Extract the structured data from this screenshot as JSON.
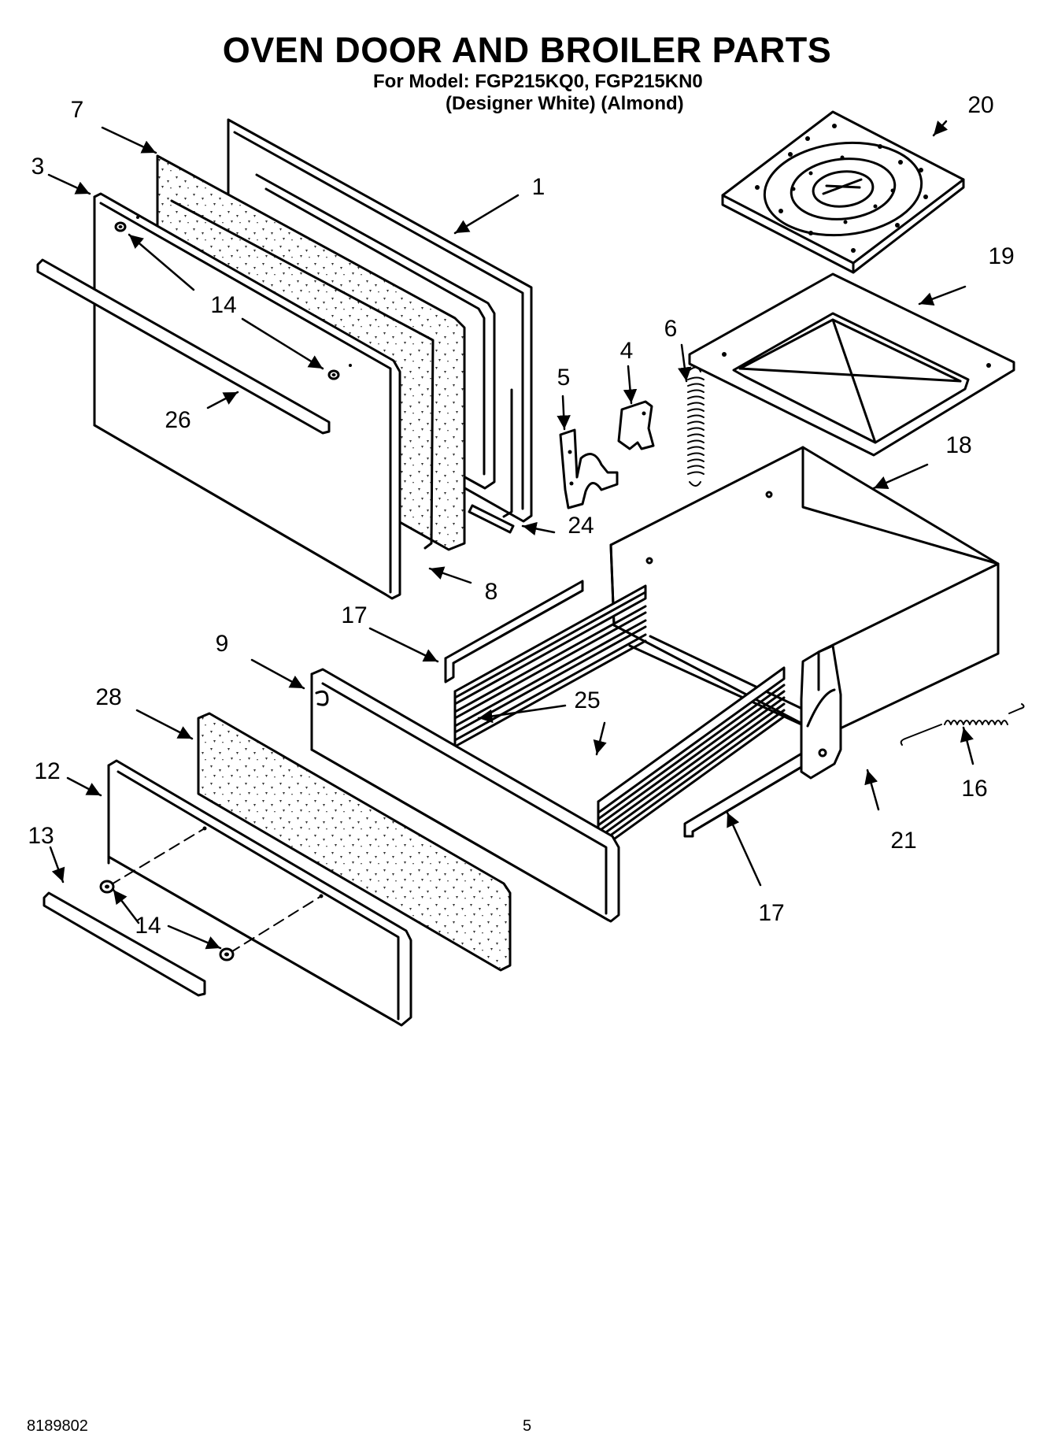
{
  "header": {
    "title": "OVEN DOOR AND BROILER PARTS",
    "model_line": "For Model: FGP215KQ0, FGP215KN0",
    "color_line": "(Designer White) (Almond)"
  },
  "callouts": [
    "7",
    "3",
    "1",
    "14",
    "26",
    "20",
    "19",
    "6",
    "4",
    "5",
    "24",
    "8",
    "18",
    "17",
    "9",
    "28",
    "25",
    "12",
    "13",
    "14",
    "16",
    "21",
    "17"
  ],
  "footer": {
    "doc_number": "8189802",
    "page_number": "5"
  },
  "colors": {
    "ink": "#000000",
    "paper": "#ffffff",
    "insulation": "#f4f4f4"
  }
}
